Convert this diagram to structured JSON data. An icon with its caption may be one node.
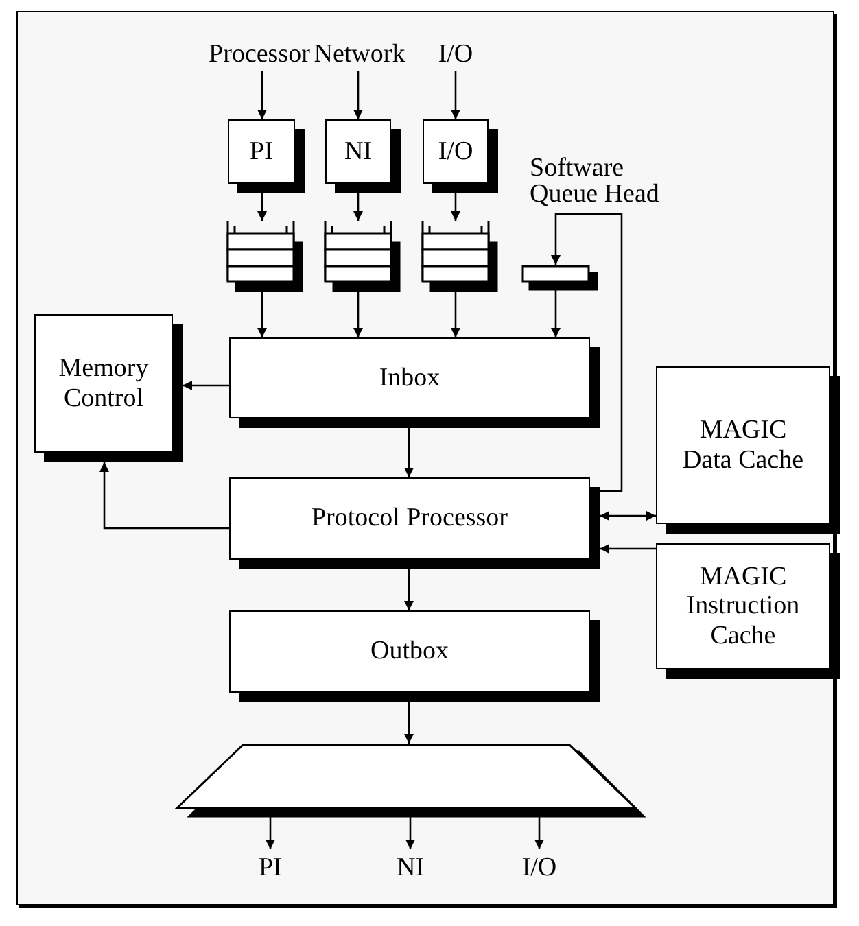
{
  "diagram": {
    "nodes": [
      {
        "text": [
          "Processor"
        ]
      },
      {
        "text": [
          "Network"
        ]
      },
      {
        "text": [
          "I/O"
        ]
      },
      {
        "text": [
          "PI"
        ]
      },
      {
        "text": [
          "NI"
        ]
      },
      {
        "text": [
          "I/O"
        ]
      },
      {
        "text": [],
        "shape": "queue"
      },
      {
        "text": [],
        "shape": "queue"
      },
      {
        "text": [],
        "shape": "queue"
      },
      {
        "text": [],
        "shape": "bar"
      },
      {
        "text": [
          "Memory Control"
        ]
      },
      {
        "text": [
          "Inbox"
        ]
      },
      {
        "text": [
          "MAGIC Data Cache"
        ]
      },
      {
        "text": [
          "Protocol Processor"
        ]
      },
      {
        "text": [
          "MAGIC Instruction Cache"
        ]
      },
      {
        "text": [
          "Outbox"
        ]
      },
      {
        "text": [],
        "shape": "trapezoid"
      },
      {
        "text": [
          "PI"
        ]
      },
      {
        "text": [
          "NI"
        ]
      },
      {
        "text": [
          "I/O"
        ]
      }
    ],
    "edges": [
      {
        "from": 0,
        "to": 3,
        "arrow": "to"
      },
      {
        "from": 1,
        "to": 4,
        "arrow": "to"
      },
      {
        "from": 2,
        "to": 5,
        "arrow": "to"
      },
      {
        "from": 3,
        "to": 6,
        "arrow": "to"
      },
      {
        "from": 4,
        "to": 7,
        "arrow": "to"
      },
      {
        "from": 5,
        "to": 8,
        "arrow": "to"
      },
      {
        "from": 6,
        "to": 11,
        "arrow": "to"
      },
      {
        "from": 7,
        "to": 11,
        "arrow": "to"
      },
      {
        "from": 8,
        "to": 11,
        "arrow": "to"
      },
      {
        "from": 9,
        "to": 11,
        "arrow": "to"
      },
      {
        "from": 13,
        "to": 9,
        "arrow": "to"
      },
      {
        "from": 11,
        "to": 10,
        "arrow": "to"
      },
      {
        "from": 11,
        "to": 13,
        "arrow": "to"
      },
      {
        "from": 13,
        "to": 10,
        "arrow": "to"
      },
      {
        "from": 13,
        "to": 12,
        "arrow": "both"
      },
      {
        "from": 14,
        "to": 13,
        "arrow": "to"
      },
      {
        "from": 13,
        "to": 15,
        "arrow": "to"
      },
      {
        "from": 15,
        "to": 16,
        "arrow": "to"
      },
      {
        "from": 16,
        "to": 17,
        "arrow": "to"
      },
      {
        "from": 16,
        "to": 18,
        "arrow": "to"
      },
      {
        "from": 16,
        "to": 19,
        "arrow": "to"
      }
    ],
    "labels": [
      "Software Queue Head"
    ]
  }
}
